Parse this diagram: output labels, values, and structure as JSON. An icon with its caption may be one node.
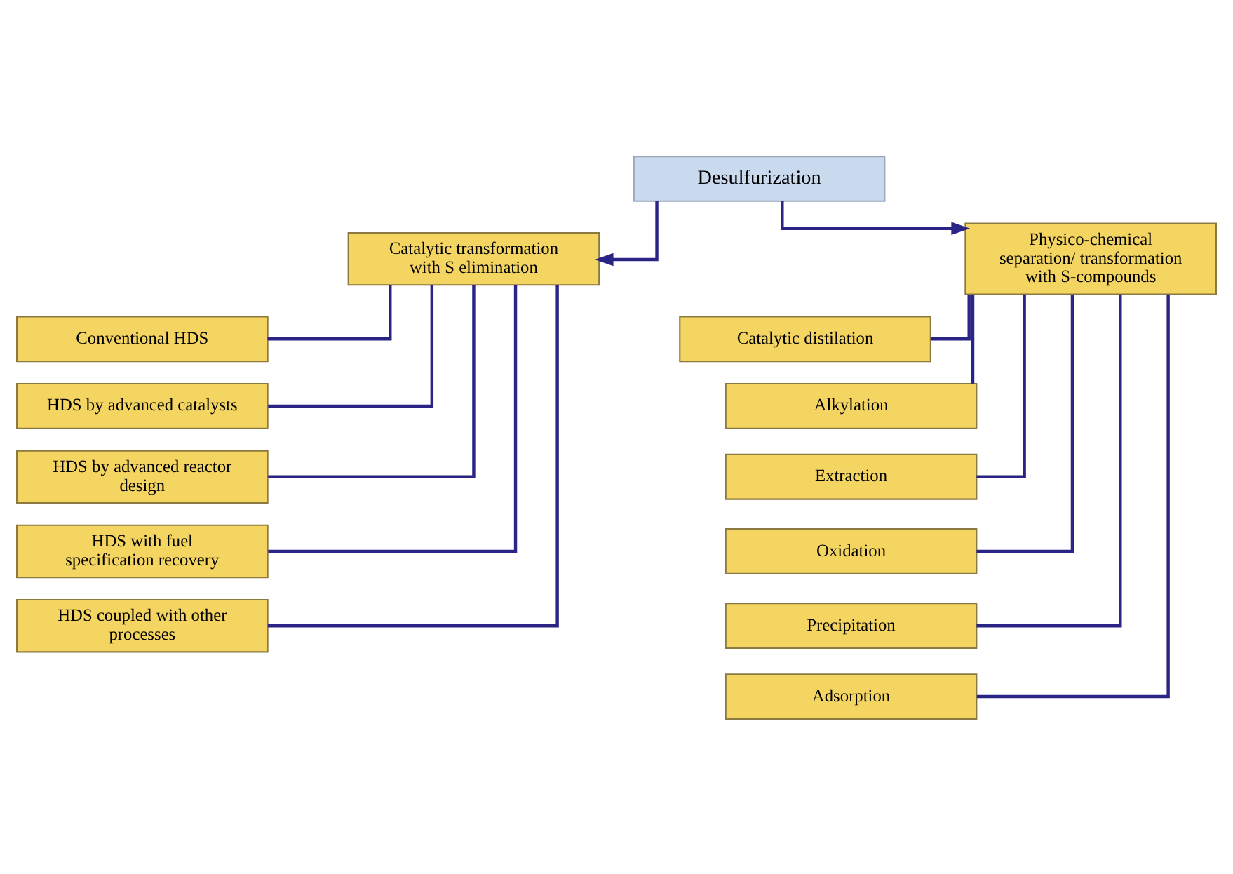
{
  "diagram": {
    "nodes": [
      {
        "text": [
          "Desulfurization"
        ]
      },
      {
        "text": [
          "Catalytic transformation with S elimination"
        ]
      },
      {
        "text": [
          "Physico-chemical separation/ transformation with S-compounds"
        ]
      },
      {
        "text": [
          "Conventional HDS"
        ]
      },
      {
        "text": [
          "HDS by advanced catalysts"
        ]
      },
      {
        "text": [
          "HDS by advanced reactor design"
        ]
      },
      {
        "text": [
          "HDS with fuel specification recovery"
        ]
      },
      {
        "text": [
          "HDS coupled with other processes"
        ]
      },
      {
        "text": [
          "Catalytic distilation"
        ]
      },
      {
        "text": [
          "Alkylation"
        ]
      },
      {
        "text": [
          "Extraction"
        ]
      },
      {
        "text": [
          "Oxidation"
        ]
      },
      {
        "text": [
          "Precipitation"
        ]
      },
      {
        "text": [
          "Adsorption"
        ]
      }
    ],
    "edges": [
      {
        "from": 0,
        "to": 1,
        "arrow": "to"
      },
      {
        "from": 0,
        "to": 2,
        "arrow": "to"
      },
      {
        "from": 1,
        "to": 3,
        "arrow": "none"
      },
      {
        "from": 1,
        "to": 4,
        "arrow": "none"
      },
      {
        "from": 1,
        "to": 5,
        "arrow": "none"
      },
      {
        "from": 1,
        "to": 6,
        "arrow": "none"
      },
      {
        "from": 1,
        "to": 7,
        "arrow": "none"
      },
      {
        "from": 2,
        "to": 8,
        "arrow": "none"
      },
      {
        "from": 2,
        "to": 9,
        "arrow": "none"
      },
      {
        "from": 2,
        "to": 10,
        "arrow": "none"
      },
      {
        "from": 2,
        "to": 11,
        "arrow": "none"
      },
      {
        "from": 2,
        "to": 12,
        "arrow": "none"
      },
      {
        "from": 2,
        "to": 13,
        "arrow": "none"
      }
    ]
  }
}
